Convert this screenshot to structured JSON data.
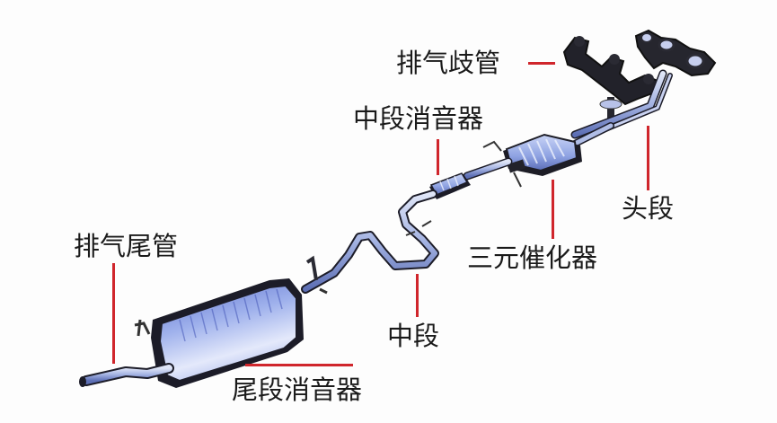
{
  "diagram": {
    "subject": "Automotive exhaust system",
    "colors": {
      "background": "#fdfdfd",
      "label_text": "#1a1a1a",
      "leader_line": "#d0262c",
      "pipe_fill": "#a9b6de",
      "pipe_outline": "#1c1c28",
      "muffler_fill": "#8fa3e0",
      "manifold_fill": "#22222a"
    },
    "labels": {
      "exhaust_manifold": "排气歧管",
      "middle_muffler": "中段消音器",
      "front_section": "头段",
      "catalytic_converter": "三元催化器",
      "tailpipe": "排气尾管",
      "middle_section": "中段",
      "rear_muffler": "尾段消音器"
    },
    "components": [
      {
        "id": "exhaust_manifold",
        "label": "排气歧管",
        "icon": "manifold-icon"
      },
      {
        "id": "front_section",
        "label": "头段",
        "icon": "pipe-icon"
      },
      {
        "id": "catalytic_converter",
        "label": "三元催化器",
        "icon": "catalytic-converter-icon"
      },
      {
        "id": "middle_muffler",
        "label": "中段消音器",
        "icon": "resonator-icon"
      },
      {
        "id": "middle_section",
        "label": "中段",
        "icon": "pipe-icon"
      },
      {
        "id": "rear_muffler",
        "label": "尾段消音器",
        "icon": "muffler-icon"
      },
      {
        "id": "tailpipe",
        "label": "排气尾管",
        "icon": "tailpipe-icon"
      }
    ]
  }
}
